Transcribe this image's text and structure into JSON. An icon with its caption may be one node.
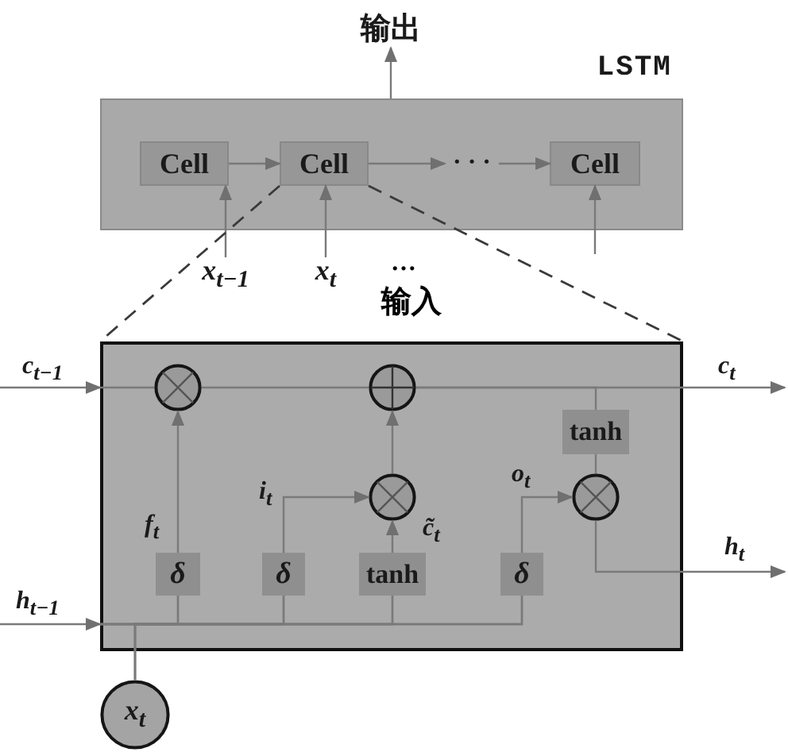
{
  "diagram": {
    "nodes": [
      {
        "text": [
          "LSTM"
        ]
      },
      {
        "text": [
          "Cell"
        ],
        "in": 0
      },
      {
        "text": [
          "Cell"
        ],
        "in": 0
      },
      {
        "text": [
          "Cell"
        ],
        "in": 0
      },
      {
        "text": [
          "输出"
        ]
      },
      {
        "text": [
          "x$_{t−1}$"
        ]
      },
      {
        "text": [
          "x$_{t}$"
        ]
      },
      {
        "text": [
          "· · ·"
        ],
        "in": 0
      },
      {
        "text": [],
        "shape": "box"
      },
      {
        "text": [],
        "shape": "circle",
        "in": 8
      },
      {
        "text": [],
        "shape": "circle",
        "in": 8
      },
      {
        "text": [],
        "shape": "circle",
        "in": 8
      },
      {
        "text": [
          "tanh"
        ],
        "in": 8
      },
      {
        "text": [],
        "shape": "circle",
        "in": 8
      },
      {
        "text": [
          "δ"
        ],
        "in": 8
      },
      {
        "text": [
          "δ"
        ],
        "in": 8
      },
      {
        "text": [
          "tanh"
        ],
        "in": 8
      },
      {
        "text": [
          "δ"
        ],
        "in": 8
      },
      {
        "text": [
          "x$_{t}$"
        ]
      }
    ],
    "edges": [
      {
        "from": 0,
        "to": 4,
        "arrow": "to"
      },
      {
        "from": 5,
        "to": 1,
        "arrow": "to"
      },
      {
        "from": 6,
        "to": 2,
        "arrow": "to"
      },
      {
        "from": null,
        "to": 3,
        "arrow": "to"
      },
      {
        "from": 1,
        "to": 2,
        "arrow": "to"
      },
      {
        "from": 2,
        "to": 7,
        "arrow": "to"
      },
      {
        "from": 7,
        "to": 3,
        "arrow": "to"
      },
      {
        "from": 2,
        "to": 8,
        "arrow": "none",
        "style": "dashed"
      },
      {
        "from": 2,
        "to": 8,
        "arrow": "none",
        "style": "dashed"
      },
      {
        "from": null,
        "to": 8,
        "arrow": "to",
        "label": "c$_{t−1}$"
      },
      {
        "from": 8,
        "to": 9,
        "arrow": "none"
      },
      {
        "from": 9,
        "to": 10,
        "arrow": "none"
      },
      {
        "from": 10,
        "to": null,
        "arrow": "to",
        "label": "c$_{t}$"
      },
      {
        "from": 10,
        "to": 12,
        "arrow": "none"
      },
      {
        "from": 12,
        "to": 13,
        "arrow": "none"
      },
      {
        "from": 13,
        "to": null,
        "arrow": "to",
        "label": "h$_{t}$"
      },
      {
        "from": 14,
        "to": 9,
        "arrow": "to",
        "label": "f$_{t}$"
      },
      {
        "from": 15,
        "to": 11,
        "arrow": "to",
        "label": "i$_{t}$"
      },
      {
        "from": 16,
        "to": 11,
        "arrow": "to",
        "label": "c̃$_{t}$"
      },
      {
        "from": 11,
        "to": 10,
        "arrow": "to"
      },
      {
        "from": 17,
        "to": 13,
        "arrow": "to",
        "label": "o$_{t}$"
      },
      {
        "from": null,
        "to": 8,
        "arrow": "to",
        "label": "h$_{t−1}$"
      },
      {
        "from": 8,
        "to": 14,
        "arrow": "none"
      },
      {
        "from": 8,
        "to": 15,
        "arrow": "none"
      },
      {
        "from": 8,
        "to": 16,
        "arrow": "none"
      },
      {
        "from": 8,
        "to": 17,
        "arrow": "none"
      },
      {
        "from": 18,
        "to": 14,
        "arrow": "none"
      },
      {
        "from": 18,
        "to": 15,
        "arrow": "none"
      },
      {
        "from": 18,
        "to": 16,
        "arrow": "none"
      },
      {
        "from": 18,
        "to": 17,
        "arrow": "none"
      }
    ],
    "labels": [
      "…",
      "输入"
    ]
  }
}
